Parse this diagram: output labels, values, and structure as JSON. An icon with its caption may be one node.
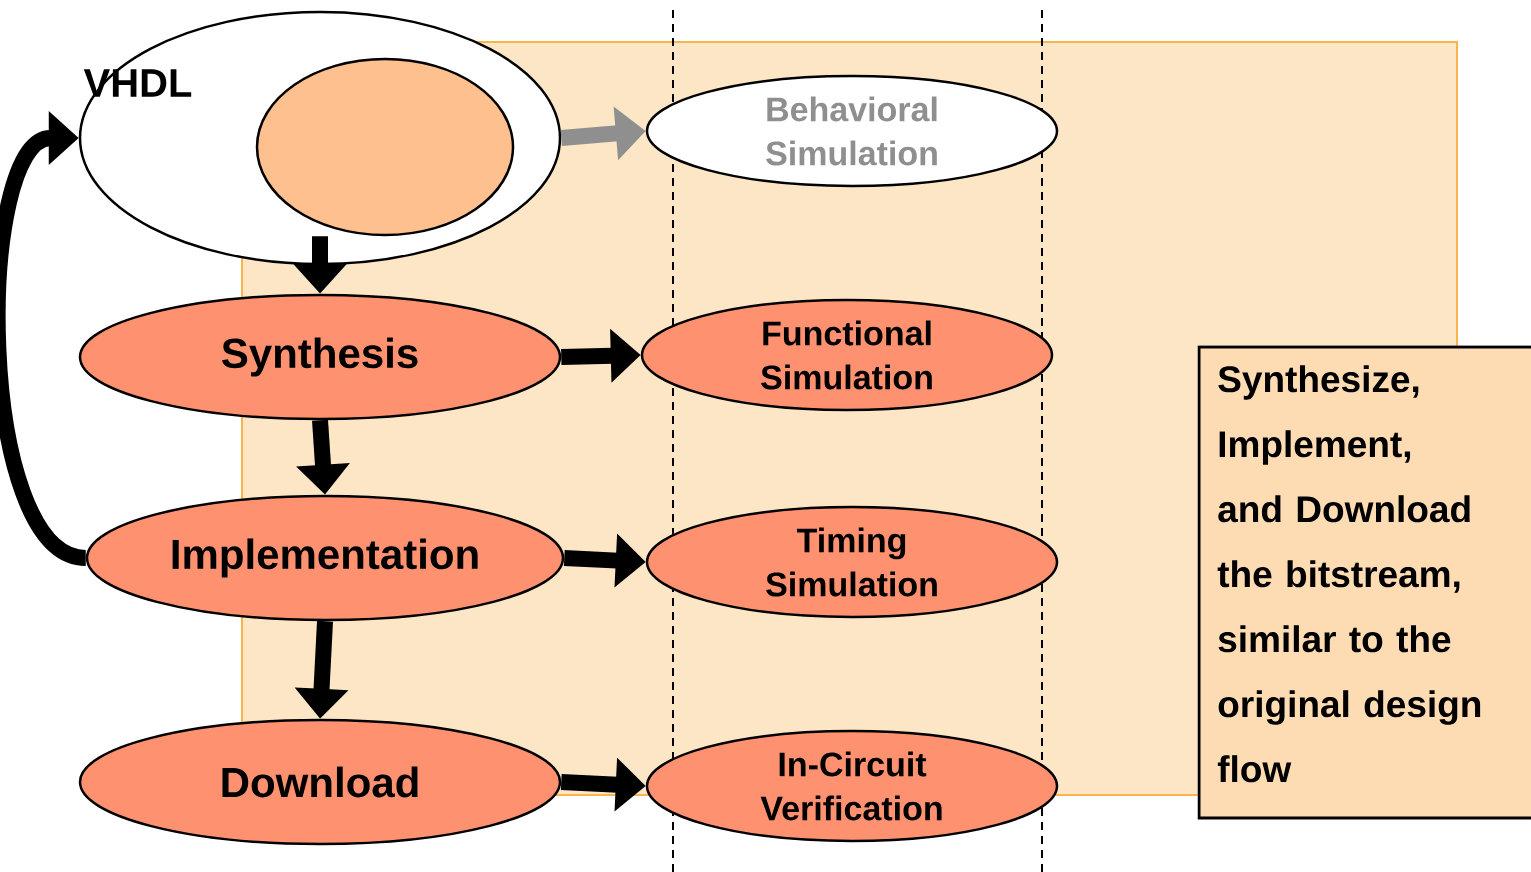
{
  "diagram": {
    "nodes": [
      {
        "text": [
          "VHDL"
        ]
      },
      {
        "text": [],
        "shape": "ellipse",
        "in": 0
      },
      {
        "text": [
          "Behavioral Simulation"
        ]
      },
      {
        "text": [
          "Synthesis"
        ]
      },
      {
        "text": [
          "Functional Simulation"
        ]
      },
      {
        "text": [
          "Implementation"
        ]
      },
      {
        "text": [
          "Timing Simulation"
        ]
      },
      {
        "text": [
          "Download"
        ]
      },
      {
        "text": [
          "In-Circuit Verification"
        ]
      },
      {
        "text": [
          "Synthesize, Implement, and Download the bitstream, similar to the original design flow"
        ]
      }
    ],
    "edges": [
      {
        "from": 0,
        "to": 2,
        "arrow": "to",
        "color": "#8f8f8f"
      },
      {
        "from": 1,
        "to": 3,
        "arrow": "to"
      },
      {
        "from": 3,
        "to": 4,
        "arrow": "to"
      },
      {
        "from": 3,
        "to": 5,
        "arrow": "to"
      },
      {
        "from": 5,
        "to": 6,
        "arrow": "to"
      },
      {
        "from": 5,
        "to": 7,
        "arrow": "to"
      },
      {
        "from": 7,
        "to": 8,
        "arrow": "to"
      },
      {
        "from": 5,
        "to": 0,
        "arrow": "to"
      }
    ]
  }
}
